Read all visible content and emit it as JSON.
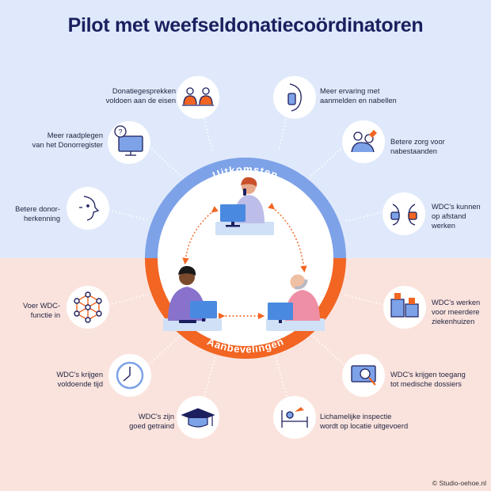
{
  "title": "Pilot met weefseldonatiecoördinatoren",
  "ring": {
    "top_label": "Uitkomsten",
    "bottom_label": "Aanbevelingen"
  },
  "colors": {
    "top_background": "#dfe9fb",
    "bottom_background": "#fbe3dd",
    "ring_top": "#7ea2e8",
    "ring_bottom": "#f26522",
    "title": "#1c1f5e"
  },
  "uitkomsten": [
    {
      "id": "donatiegesprekken",
      "icon": "meeting-people-icon",
      "lines": [
        "Donatiegesprekken",
        "voldoen aan de eisen"
      ]
    },
    {
      "id": "ervaring",
      "icon": "phone-call-icon",
      "lines": [
        "Meer ervaring met",
        "aanmelden en nabellen"
      ]
    },
    {
      "id": "donorregister",
      "icon": "computer-question-icon",
      "lines": [
        "Meer raadplegen",
        "van het Donorregister"
      ]
    },
    {
      "id": "nabestaanden",
      "icon": "consoling-hug-icon",
      "lines": [
        "Betere zorg voor",
        "nabestaanden"
      ]
    },
    {
      "id": "donorherkenning",
      "icon": "face-profile-icon",
      "lines": [
        "Betere donor-",
        "herkenning"
      ]
    },
    {
      "id": "afstand",
      "icon": "masked-conversation-icon",
      "lines": [
        "WDC's kunnen",
        "op afstand",
        "werken"
      ]
    }
  ],
  "aanbevelingen": [
    {
      "id": "wdc-functie",
      "icon": "network-nodes-icon",
      "lines": [
        "Voer WDC-",
        "functie in"
      ]
    },
    {
      "id": "ziekenhuizen",
      "icon": "hospitals-icon",
      "lines": [
        "WDC's werken",
        "voor meerdere",
        "ziekenhuizen"
      ]
    },
    {
      "id": "tijd",
      "icon": "clock-icon",
      "lines": [
        "WDC's krijgen",
        "voldoende tijd"
      ]
    },
    {
      "id": "dossiers",
      "icon": "magnifier-screen-icon",
      "lines": [
        "WDC's krijgen toegang",
        "tot medische dossiers"
      ]
    },
    {
      "id": "getraind",
      "icon": "graduation-cap-icon",
      "lines": [
        "WDC's zijn",
        "goed getraind"
      ]
    },
    {
      "id": "inspectie",
      "icon": "patient-bed-icon",
      "lines": [
        "Lichamelijke inspectie",
        "wordt op locatie uitgevoerd"
      ]
    }
  ],
  "copyright": "© Studio-oehoe.nl"
}
